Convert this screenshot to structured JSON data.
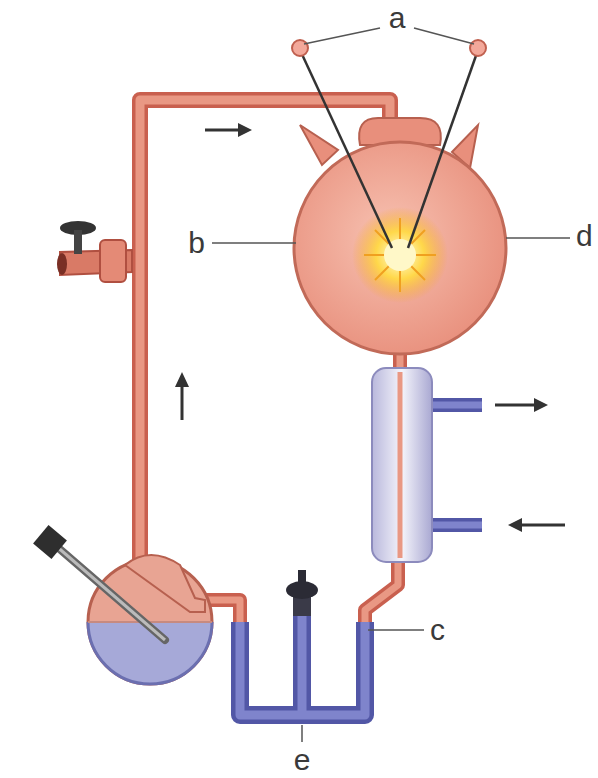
{
  "diagram": {
    "labels": [
      "a",
      "b",
      "d",
      "c",
      "e"
    ]
  }
}
